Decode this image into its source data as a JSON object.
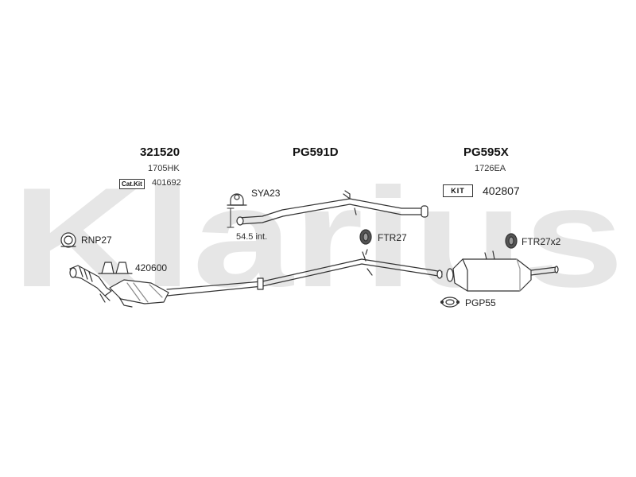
{
  "watermark": {
    "text": "Klarius",
    "color": "#e6e6e6"
  },
  "diagram": {
    "sections": [
      {
        "part_number": "321520",
        "code": "1705HK",
        "tag": "Cat.Kit",
        "kit_number": "401692"
      },
      {
        "part_number": "PG591D"
      },
      {
        "part_number": "PG595X",
        "code": "1726EA",
        "tag": "KIT",
        "kit_number": "402807"
      }
    ],
    "fittings": [
      {
        "id": "SYA23",
        "icon": "clamp-icon"
      },
      {
        "id": "RNP27",
        "icon": "ring-gasket-icon"
      },
      {
        "id": "420600",
        "icon": "bolt-bracket-icon"
      },
      {
        "id": "FTR27",
        "icon": "rubber-mount-icon"
      },
      {
        "id": "FTR27x2",
        "icon": "rubber-mount-icon"
      },
      {
        "id": "PGP55",
        "icon": "gasket-icon"
      }
    ],
    "note": "54.5 int.",
    "colors": {
      "line": "#333333",
      "fill": "#ffffff",
      "shade": "#cfcfcf"
    }
  }
}
